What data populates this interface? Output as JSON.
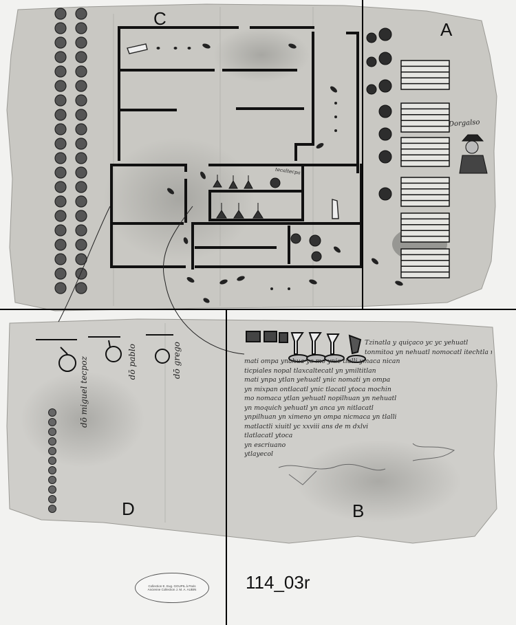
{
  "quadrant_labels": {
    "c": "C",
    "a": "A",
    "d": "D",
    "b": "B"
  },
  "folio": "114_03r",
  "glosses": {
    "quadrant_a_name": "Dorgalso",
    "quadrant_d_name_1": "dō miguel tecpoz",
    "quadrant_d_name_2": "dō pablo",
    "quadrant_d_name_3": "dō grego",
    "house_note": "tecaltecpa"
  },
  "text_b_lines": [
    "Tzinatla y quiçaco yc yc yehuatl",
    "tonmitoa yn nehuatl nomocatl itechtla nica",
    "mati ompa ynahua yc mo ynic tlalli ymaca nican",
    "ticpiales nopal tlaxcaltecatl yn ymiltitlan",
    "mati ynpa ytlan yehuatl ynic nomati yn ompa",
    "yn mixpan ontlacatl ynic tlacatl ytoca mochin",
    "mo nomaca ytlan yehuatl nopilhuan yn nehuatl",
    "yn moquich yehuatl yn anca yn nitlacatl",
    "ynpilhuan yn ximeno yn ompa nicmaca yn tlalli",
    "matlactli xiuitl yc xxviii ans de m dxlvi",
    "tlatlacatl ytoca",
    "yn escriuano",
    "ytlayecol"
  ],
  "stamp_lines": [
    "Collection E. Eug. GOUPIL à Paris",
    "Ancienne Collection J. M. A. AUBIN"
  ]
}
